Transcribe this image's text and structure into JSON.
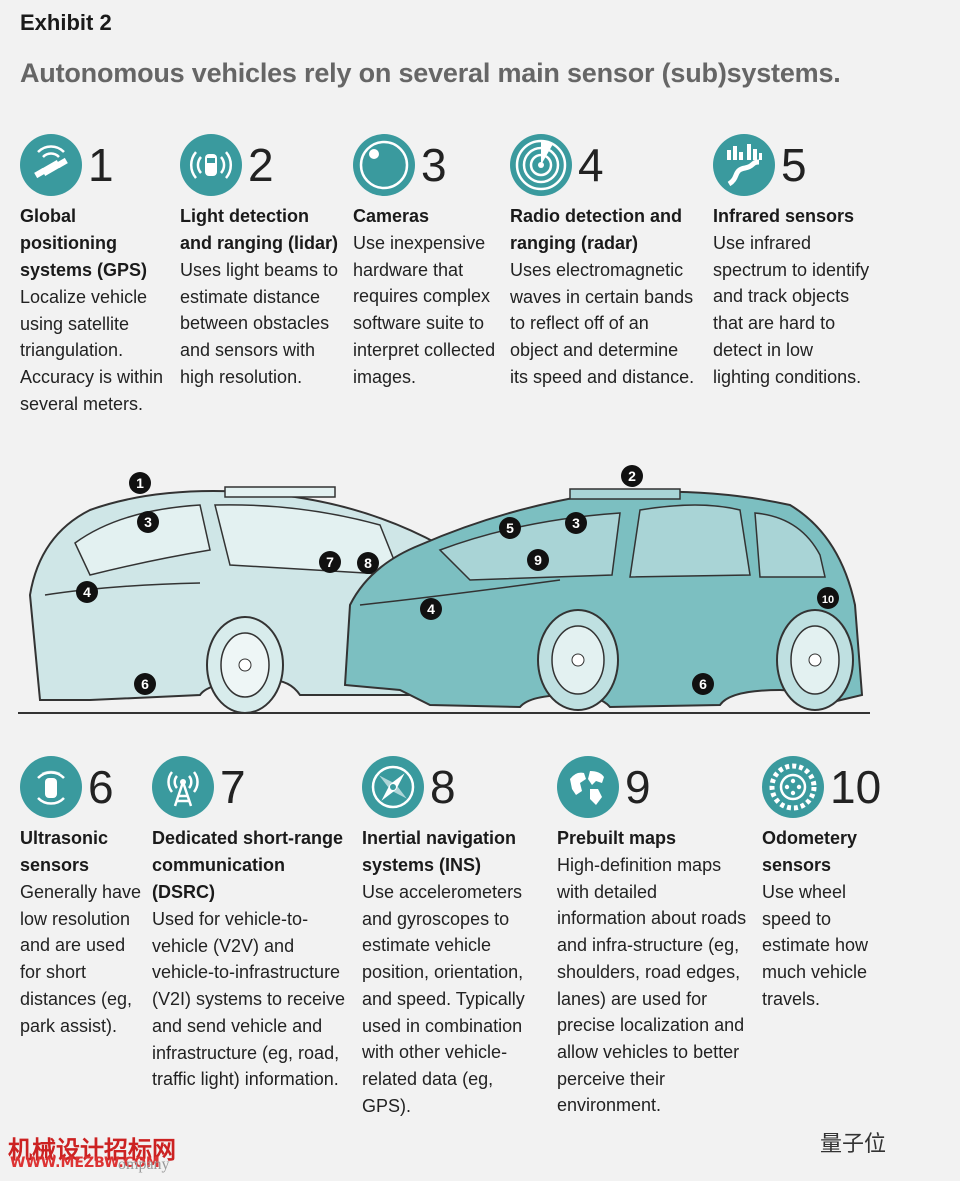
{
  "exhibit": "Exhibit 2",
  "headline": "Autonomous vehicles rely on several main sensor (sub)systems.",
  "colors": {
    "accent": "#3a9a9e",
    "car_light": "#cfe6e7",
    "car_dark": "#7cbfc1"
  },
  "sensors": [
    {
      "num": "1",
      "title": "Global positioning systems (GPS)",
      "desc": "Localize vehicle using satellite triangulation. Accuracy is within several meters.",
      "icon": "satellite-icon"
    },
    {
      "num": "2",
      "title": "Light detection and ranging (lidar)",
      "desc": "Uses light beams to estimate distance between obstacles and sensors with high resolution.",
      "icon": "lidar-car-icon"
    },
    {
      "num": "3",
      "title": "Cameras",
      "desc": "Use inexpensive hardware that requires complex software suite to interpret collected images.",
      "icon": "camera-lens-icon"
    },
    {
      "num": "4",
      "title": "Radio detection and ranging (radar)",
      "desc": "Uses electromagnetic waves in certain bands to reflect off of an object and determine its speed and distance.",
      "icon": "radar-icon"
    },
    {
      "num": "5",
      "title": "Infrared sensors",
      "desc": "Use infrared spectrum to identify and track objects that are hard to detect in low lighting conditions.",
      "icon": "infrared-road-icon"
    },
    {
      "num": "6",
      "title": "Ultrasonic sensors",
      "desc": "Generally have low resolution and are used for short distances (eg, park assist).",
      "icon": "ultrasonic-car-icon"
    },
    {
      "num": "7",
      "title": "Dedicated short-range communication (DSRC)",
      "desc": "Used for vehicle-to-vehicle (V2V) and vehicle-to-infrastructure (V2I) systems to receive and send vehicle and infrastructure (eg, road, traffic light) information.",
      "icon": "antenna-tower-icon"
    },
    {
      "num": "8",
      "title": "Inertial navigation systems (INS)",
      "desc": "Use accelerometers and gyroscopes to estimate vehicle position, orientation, and speed. Typically used in combination with other vehicle-related data (eg, GPS).",
      "icon": "compass-icon"
    },
    {
      "num": "9",
      "title": "Prebuilt maps",
      "desc": "High-definition maps with detailed information about roads and infra-structure (eg, shoulders, road edges, lanes) are used for precise localization and allow vehicles to better perceive their environment.",
      "icon": "globe-map-icon"
    },
    {
      "num": "10",
      "title": "Odometery sensors",
      "desc": "Use wheel speed to estimate how much vehicle travels.",
      "icon": "tire-icon"
    }
  ],
  "car_markers": [
    "1",
    "3",
    "4",
    "6",
    "7",
    "8",
    "2",
    "5",
    "3",
    "9",
    "4",
    "6",
    "10"
  ],
  "watermark": {
    "cn_site": "机械设计招标网",
    "url": "WWW.MEZBW.COM",
    "source": "ompany",
    "wechat": "量子位"
  }
}
